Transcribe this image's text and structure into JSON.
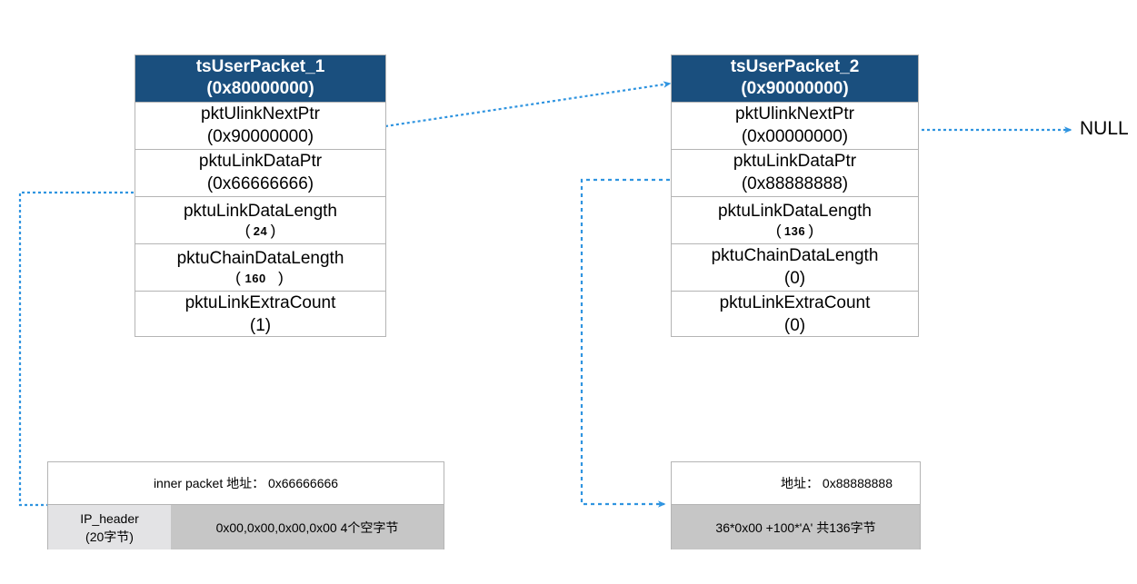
{
  "diagram": {
    "title_text": "",
    "accent_color": "#1A4F7E",
    "link_color": "#2F94E0",
    "border_color": "#b4b4b4",
    "cell_light_color": "#E3E3E5",
    "cell_dark_color": "#C6C6C6"
  },
  "packets": [
    {
      "header": {
        "name": "tsUserPacket_1",
        "address": "(0x80000000)"
      },
      "fields": [
        {
          "name": "pktUlinkNextPtr",
          "value": "(0x90000000)",
          "style": "normal"
        },
        {
          "name": "pktuLinkDataPtr",
          "value": "(0x66666666)",
          "style": "normal"
        },
        {
          "name": "pktuLinkDataLength",
          "value": "24",
          "style": "small"
        },
        {
          "name": "pktuChainDataLength",
          "value": "160",
          "style": "small-wide"
        },
        {
          "name": "pktuLinkExtraCount",
          "value": "(1)",
          "style": "normal"
        }
      ]
    },
    {
      "header": {
        "name": "tsUserPacket_2",
        "address": "(0x90000000)"
      },
      "fields": [
        {
          "name": "pktUlinkNextPtr",
          "value": "(0x00000000)",
          "style": "normal"
        },
        {
          "name": "pktuLinkDataPtr",
          "value": "(0x88888888)",
          "style": "normal"
        },
        {
          "name": "pktuLinkDataLength",
          "value": "136",
          "style": "small"
        },
        {
          "name": "pktuChainDataLength",
          "value": "(0)",
          "style": "normal"
        },
        {
          "name": "pktuLinkExtraCount",
          "value": "(0)",
          "style": "normal"
        }
      ]
    }
  ],
  "buffers": [
    {
      "address_label": "inner packet 地址： 0x66666666",
      "cells": [
        {
          "line1": "IP_header",
          "line2": "(20字节)",
          "shade": "light"
        },
        {
          "line1": "0x00,0x00,0x00,0x00 4个空字节",
          "line2": "",
          "shade": "dark"
        }
      ]
    },
    {
      "address_label": "地址： 0x88888888",
      "cells": [
        {
          "line1": "36*0x00 +100*'A' 共136字节",
          "line2": "",
          "shade": "dark"
        }
      ]
    }
  ],
  "labels": {
    "null_text": "NULL"
  }
}
